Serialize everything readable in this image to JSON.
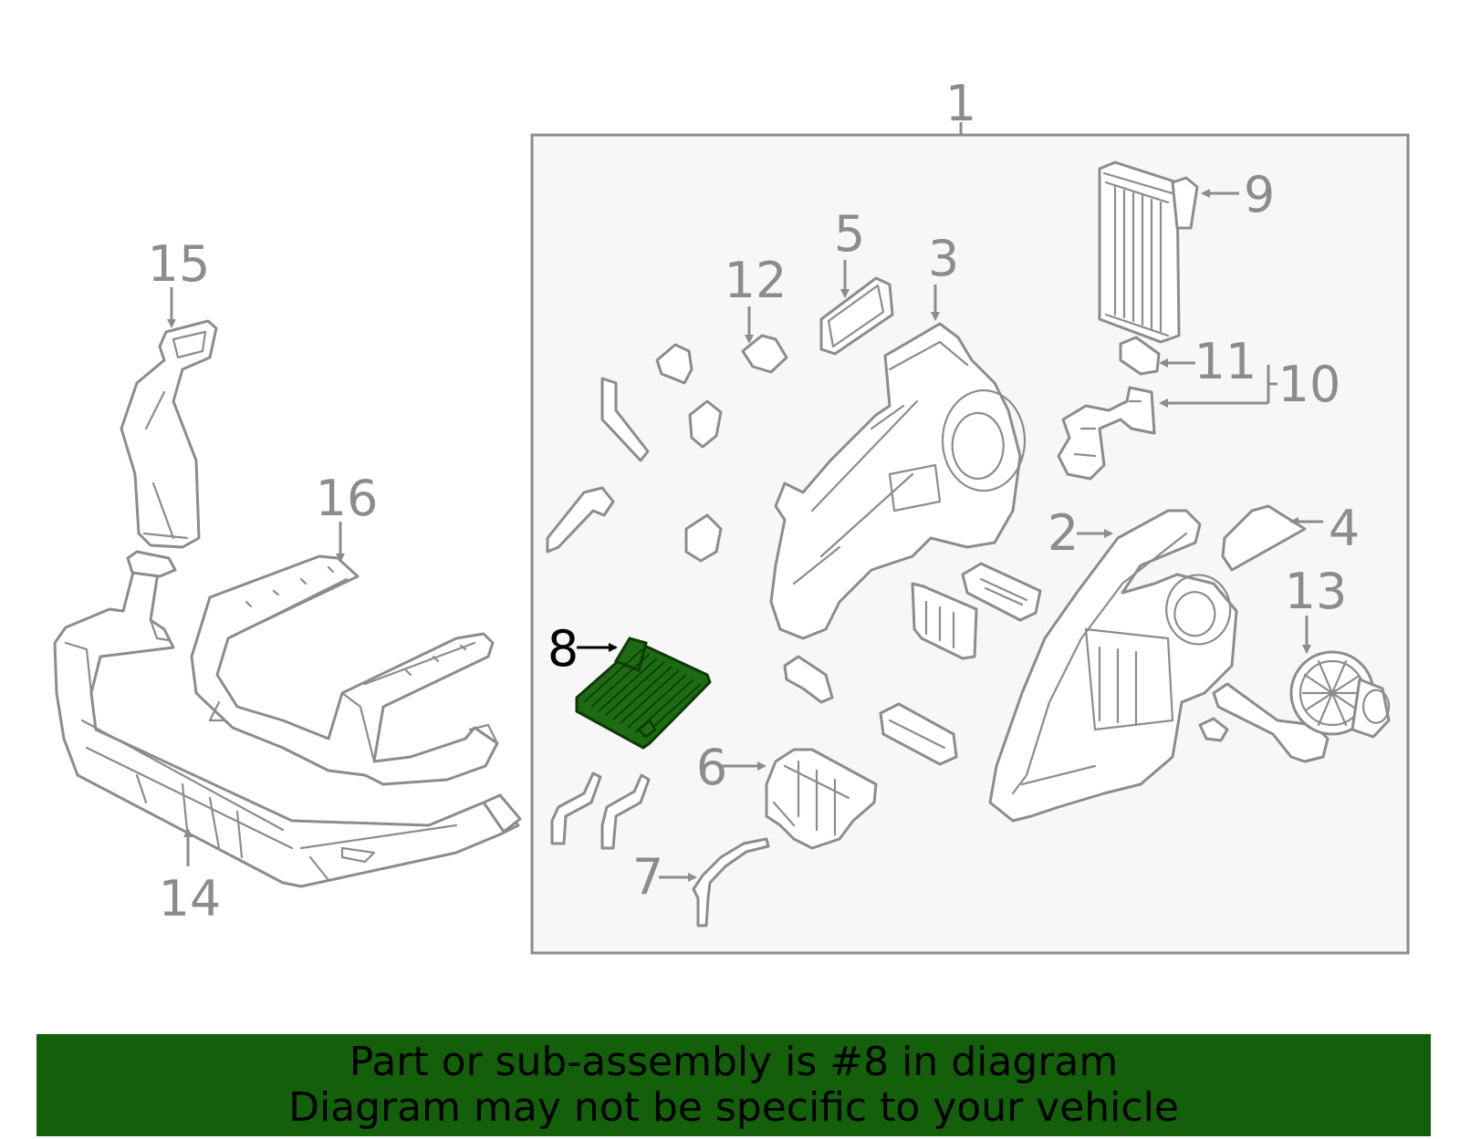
{
  "diagram": {
    "callouts": [
      "1",
      "2",
      "3",
      "4",
      "5",
      "6",
      "7",
      "8",
      "9",
      "10",
      "11",
      "12",
      "13",
      "14",
      "15",
      "16"
    ],
    "highlighted_part": "8",
    "highlight_color": "#1d6b12",
    "line_color": "#8c8c8c",
    "panel_color": "#f7f7f7"
  },
  "banner": {
    "line1": "Part or sub-assembly is #8 in diagram",
    "line2": "Diagram may not be specific to your vehicle",
    "background": "#14600a"
  }
}
